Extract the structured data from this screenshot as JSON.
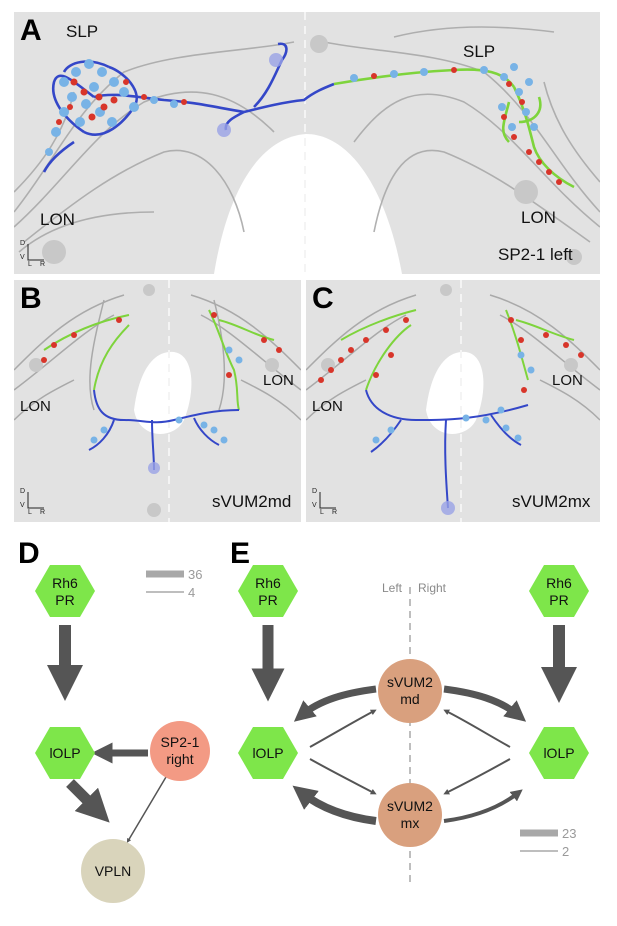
{
  "panel_a": {
    "label": "A",
    "regions": [
      "SLP",
      "LON",
      "SLP",
      "LON"
    ],
    "caption": "SP2-1 left",
    "axis": {
      "d": "D",
      "v": "V",
      "l": "L",
      "r": "R"
    }
  },
  "panel_b": {
    "label": "B",
    "regions": [
      "LON",
      "LON"
    ],
    "caption": "sVUM2md",
    "axis": {
      "d": "D",
      "v": "V",
      "l": "L",
      "r": "R"
    }
  },
  "panel_c": {
    "label": "C",
    "regions": [
      "LON",
      "LON"
    ],
    "caption": "sVUM2mx",
    "axis": {
      "d": "D",
      "v": "V",
      "l": "L",
      "r": "R"
    }
  },
  "panel_d": {
    "label": "D",
    "nodes": {
      "rh6": [
        "Rh6",
        "PR"
      ],
      "iolp": "lOLP",
      "sp21": [
        "SP2-1",
        "right"
      ],
      "vpln": "VPLN"
    },
    "legend": [
      "36",
      "4"
    ]
  },
  "panel_e": {
    "label": "E",
    "side_left": "Left",
    "side_right": "Right",
    "nodes": {
      "rh6_left": [
        "Rh6",
        "PR"
      ],
      "rh6_right": [
        "Rh6",
        "PR"
      ],
      "iolp_left": "lOLP",
      "iolp_right": "lOLP",
      "svum2md": [
        "sVUM2",
        "md"
      ],
      "svum2mx": [
        "sVUM2",
        "mx"
      ]
    },
    "legend": [
      "23",
      "2"
    ]
  },
  "colors": {
    "panel_bg": "#e2e2e2",
    "neuron_blue": "#3447c8",
    "synapse_light_blue": "#78b3e6",
    "synapse_red": "#d8352a",
    "neuron_green": "#7ed43c",
    "hexagon_green": "#7ee64a",
    "sp21_node": "#f39a84",
    "svum2_node": "#d9a07e",
    "vpln_node": "#d9d4bb",
    "arrow_dark": "#555555",
    "legend_gray": "#a8a8a8"
  }
}
